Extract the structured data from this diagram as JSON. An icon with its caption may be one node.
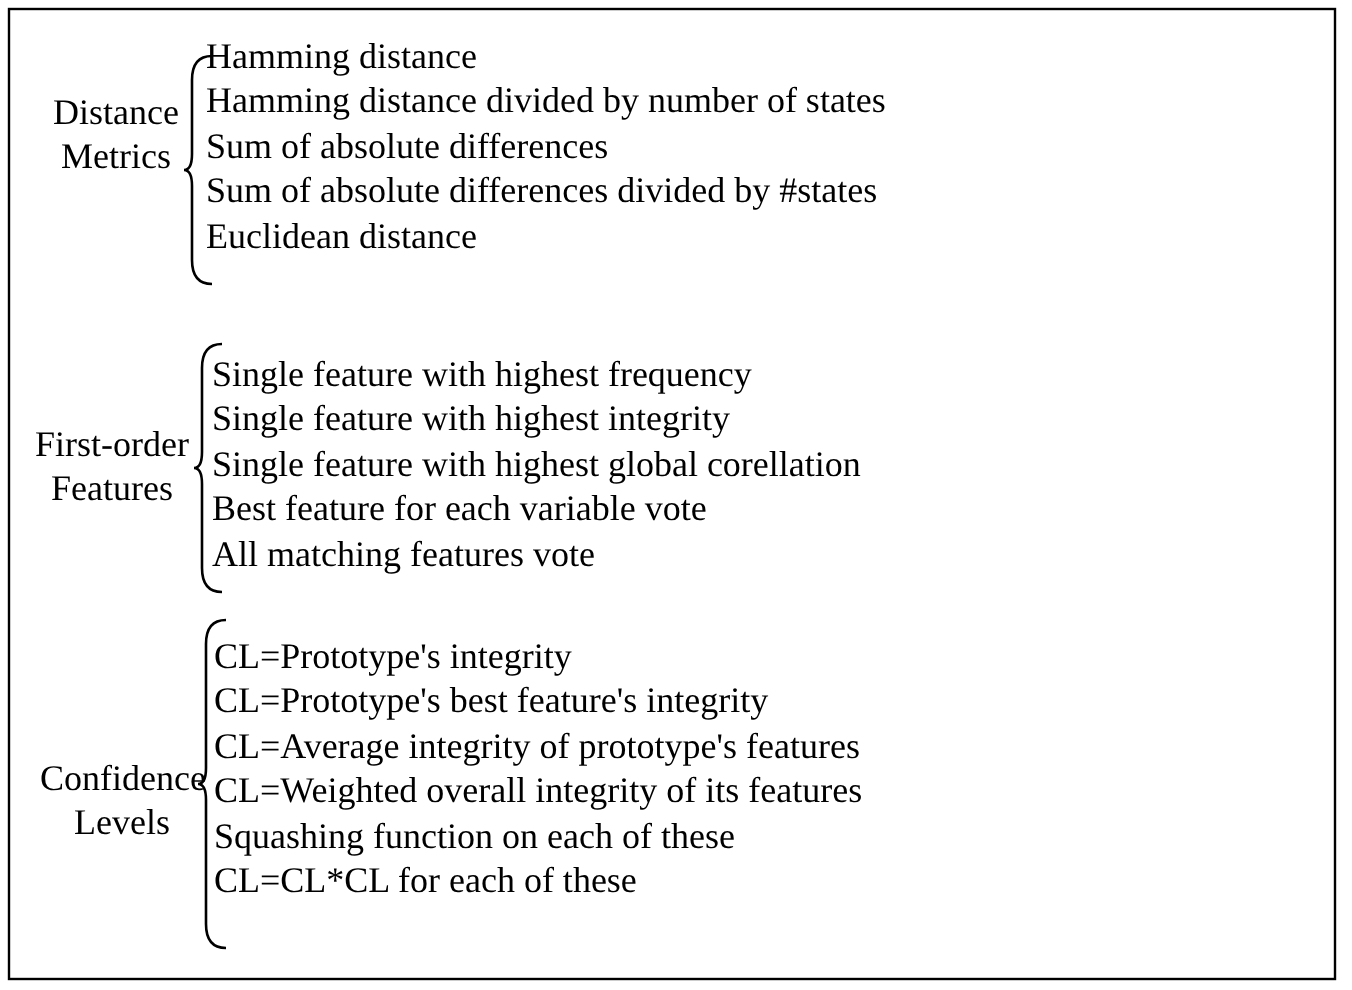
{
  "diagram": {
    "labels": [
      "Distance Metrics",
      "Hamming distance",
      "Hamming distance divided by number of states",
      "Sum of absolute differences",
      "Sum of absolute differences divided by #states",
      "Euclidean distance",
      "First-order Features",
      "Single feature with highest frequency",
      "Single feature with highest integrity",
      "Single feature with highest global corellation",
      "Best feature for each variable vote",
      "All matching features vote",
      "Confidence Levels",
      "CL=Prototype's integrity",
      "CL=Prototype's best feature's integrity",
      "CL=Average integrity of prototype's features",
      "CL=Weighted overall integrity of its features",
      "Squashing function on each of these",
      "CL=CL*CL for each of these"
    ]
  }
}
